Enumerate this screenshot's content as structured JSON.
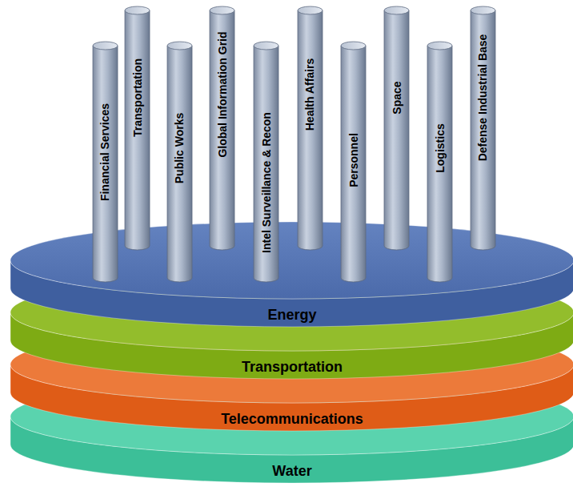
{
  "diagram": {
    "nodes": [
      {
        "text": [
          "Financial Services"
        ]
      },
      {
        "text": [
          "Transportation"
        ]
      },
      {
        "text": [
          "Public Works"
        ]
      },
      {
        "text": [
          "Global Information Grid"
        ]
      },
      {
        "text": [
          "Intel Surveillance & Recon"
        ]
      },
      {
        "text": [
          "Health Affairs"
        ]
      },
      {
        "text": [
          "Personnel"
        ]
      },
      {
        "text": [
          "Space"
        ]
      },
      {
        "text": [
          "Logistics"
        ]
      },
      {
        "text": [
          "Defense Industrial Base"
        ]
      },
      {
        "text": [
          "Energy"
        ]
      },
      {
        "text": [
          "Transportation"
        ]
      },
      {
        "text": [
          "Telecommunications"
        ]
      },
      {
        "text": [
          "Water"
        ]
      }
    ]
  }
}
